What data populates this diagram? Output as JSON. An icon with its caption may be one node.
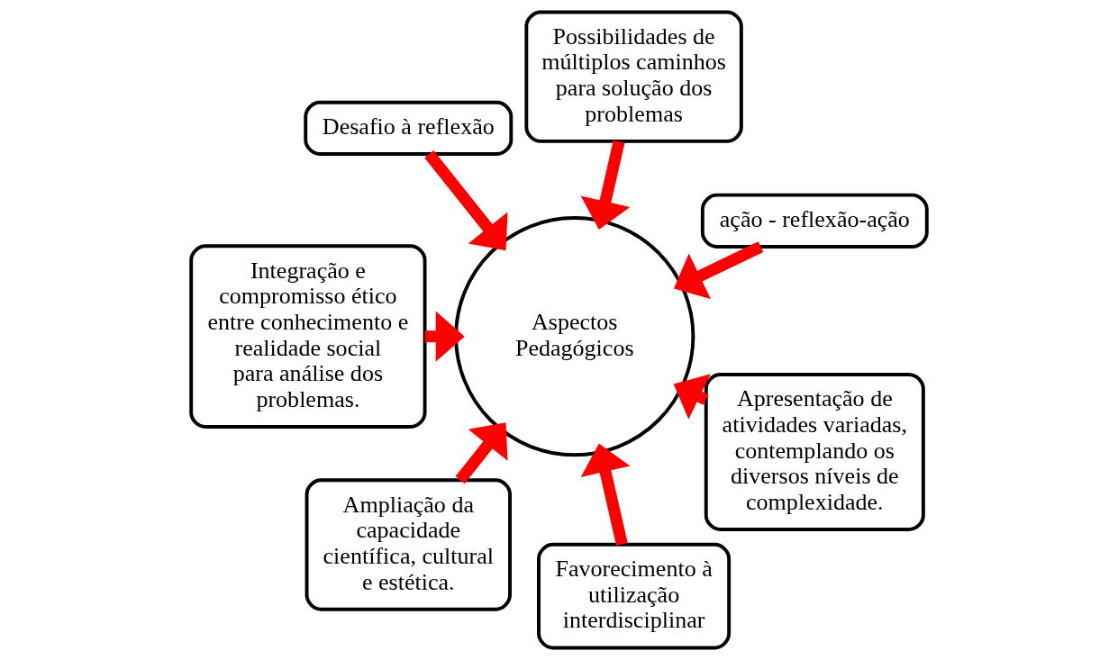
{
  "diagram": {
    "nodes": [
      {
        "text": [
          "ação - reflexão-ação"
        ]
      },
      {
        "text": [
          "Possibilidades de múltiplos caminhos para solução dos problemas"
        ]
      },
      {
        "text": [
          "Desafio à reflexão"
        ]
      },
      {
        "text": [
          "Integração e compromisso ético entre conhecimento e realidade social para análise dos problemas."
        ]
      },
      {
        "text": [
          "Ampliação da capacidade científica, cultural e estética."
        ]
      },
      {
        "text": [
          "Favorecimento à utilização interdisciplinar"
        ]
      },
      {
        "text": [
          "Apresentação de atividades variadas, contemplando os diversos níveis de complexidade."
        ]
      },
      {
        "text": [
          "Aspectos Pedagógicos"
        ]
      }
    ],
    "edges": [
      {
        "from": 0,
        "to": 7,
        "arrow": "to"
      },
      {
        "from": 1,
        "to": 7,
        "arrow": "to"
      },
      {
        "from": 2,
        "to": 7,
        "arrow": "to"
      },
      {
        "from": 3,
        "to": 7,
        "arrow": "to"
      },
      {
        "from": 4,
        "to": 7,
        "arrow": "to"
      },
      {
        "from": 5,
        "to": 7,
        "arrow": "to"
      },
      {
        "from": 6,
        "to": 7,
        "arrow": "to"
      }
    ]
  }
}
